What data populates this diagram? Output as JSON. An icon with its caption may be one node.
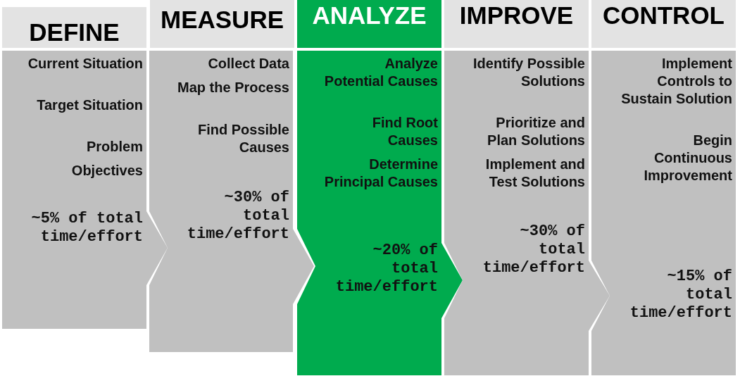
{
  "diagram": {
    "nodes": [
      {
        "text": [
          "DEFINE"
        ]
      },
      {
        "text": [
          "Current Situation",
          "Target Situation",
          "Problem",
          "Objectives",
          "~5% of total time/effort"
        ]
      },
      {
        "text": [
          "MEASURE"
        ]
      },
      {
        "text": [
          "Collect Data",
          "Map the Process",
          "Find Possible Causes",
          "~30% of total time/effort"
        ]
      },
      {
        "text": [
          "ANALYZE"
        ]
      },
      {
        "text": [
          "Analyze Potential Causes",
          "Find Root Causes",
          "Determine Principal Causes",
          "~20% of total time/effort"
        ]
      },
      {
        "text": [
          "IMPROVE"
        ]
      },
      {
        "text": [
          "Identify Possible Solutions",
          "Prioritize and Plan Solutions",
          "Implement and Test Solutions",
          "~30% of total time/effort"
        ]
      },
      {
        "text": [
          "CONTROL"
        ]
      },
      {
        "text": [
          "Implement Controls to Sustain Solution",
          "Begin Continuous Improvement",
          "~15% of total time/effort"
        ]
      }
    ]
  }
}
